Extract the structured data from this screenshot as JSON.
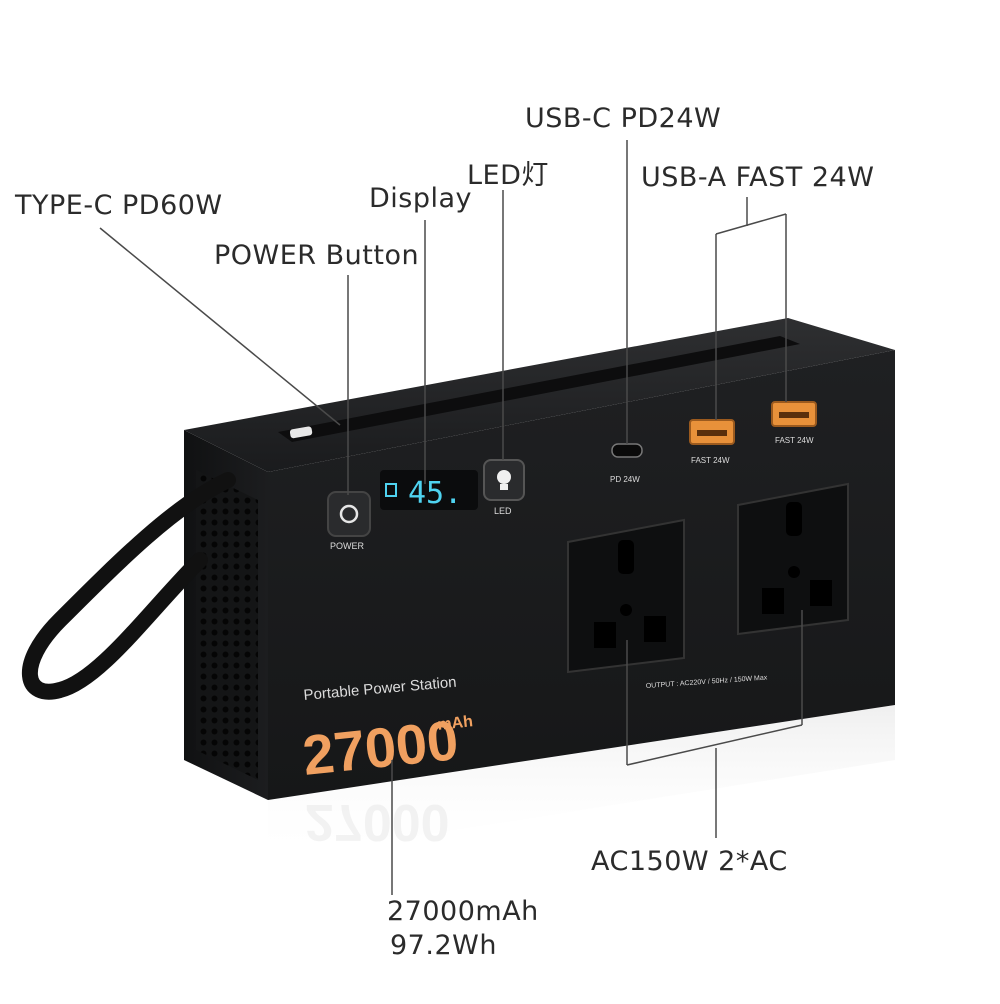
{
  "callouts": {
    "type_c": "TYPE-C  PD60W",
    "power_button": "POWER Button",
    "display": "Display",
    "led": "LED灯",
    "usb_c": "USB-C  PD24W",
    "usb_a": "USB-A  FAST 24W",
    "ac": "AC150W 2*AC",
    "capacity_mah": "27000mAh",
    "capacity_wh": "97.2Wh"
  },
  "device": {
    "product_name": "Portable Power Station",
    "capacity_number": "27000",
    "capacity_unit": "mAh",
    "display_reading": "45.",
    "power_label": "POWER",
    "led_label": "LED",
    "usb_c_label": "PD 24W",
    "usb_a_label_1": "FAST 24W",
    "usb_a_label_2": "FAST 24W",
    "output_label": "OUTPUT : AC220V / 50Hz / 150W Max"
  },
  "colors": {
    "body": "#1c1d1f",
    "accent_orange": "#f0a060",
    "display_cyan": "#4fd3f0",
    "usb_a_orange": "#e8913a"
  }
}
